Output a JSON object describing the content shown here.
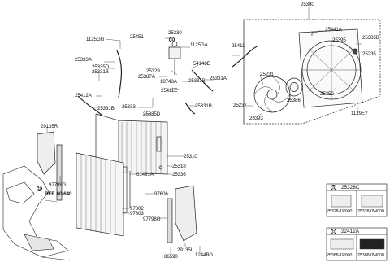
{
  "labels": {
    "p25380": "25380",
    "p25330": "25330",
    "p25451": "25451",
    "p1125gg": "1125GG",
    "p1125ga": "1125GA",
    "p25441a": "25441A",
    "p25385b": "25385B",
    "p25395": "25395",
    "p25235": "25235",
    "p25333a": "25333A",
    "p25335d_top": "25335D",
    "p25331b_a": "25331B",
    "p54148d": "54148D",
    "p25411": "25411",
    "p25329": "25329",
    "p25387a": "25387A",
    "p18743a": "18743A",
    "p25331b_b": "25331B",
    "p25331a": "25331A",
    "p25411e": "25411E",
    "p25231": "25231",
    "p25386": "25386",
    "p25350": "25350",
    "p25237": "25237",
    "p25393": "25393",
    "p1129ey": "1129EY",
    "p25412a": "25412A",
    "p25331b_c": "25331B",
    "p25333": "25333",
    "p25335d_mid": "25335D",
    "p25331b_d": "25331B",
    "p29135r": "29135R",
    "p25310": "25310",
    "p25318": "25318",
    "p25336": "25336",
    "p61491a": "61491A",
    "p97798g_left": "97798G",
    "p97606": "97606",
    "p97802": "97802",
    "p97803": "97803",
    "p97798g_right": "97798G",
    "p29135l": "29135L",
    "p86590": "86590",
    "p1244bg": "1244BG",
    "ref": "REF. 60-640"
  },
  "callouts": {
    "a": "a",
    "b": "b"
  },
  "legend": {
    "box_a_title": "25328C",
    "box_a_code1": "25328-1P000",
    "box_a_code2": "25328-0W000",
    "box_b_title": "22412A",
    "box_b_code1": "25388-1P000",
    "box_b_code2": "25388-0W000"
  }
}
